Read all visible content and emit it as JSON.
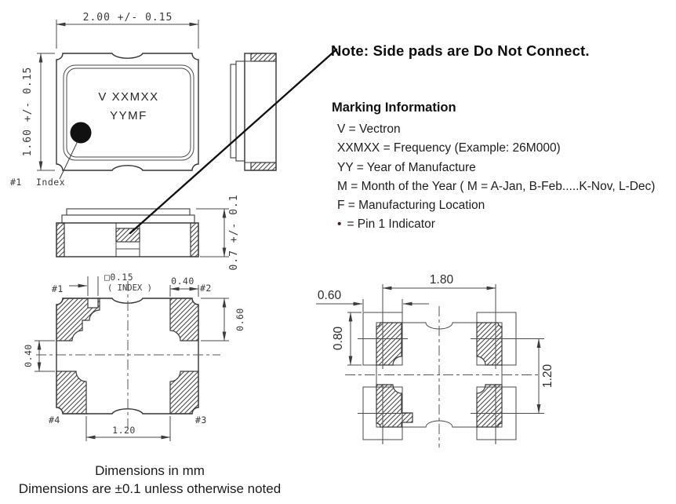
{
  "colors": {
    "background": "#ffffff",
    "linework": "#3c3c3c",
    "hatch": "#4a4a4a",
    "text": "#1d1d1d",
    "pin1_bullet": "#4a1c1c"
  },
  "note": "Note: Side pads are Do Not Connect.",
  "marking_info": {
    "title": "Marking Information",
    "lines": [
      "V = Vectron",
      "XXMXX = Frequency (Example: 26M000)",
      "YY = Year of Manufacture",
      "M = Month of the Year ( M = A-Jan, B-Feb.....K-Nov, L-Dec)",
      "F = Manufacturing Location"
    ],
    "pin1_bullet": "•",
    "pin1_text": "=  Pin 1 Indicator"
  },
  "top_view": {
    "marking_line1": "V XXMXX",
    "marking_line2": "YYMF",
    "pin1_ref": "#1",
    "index_label": "Index",
    "dim_width": "2.00 +/- 0.15",
    "dim_height": "1.60 +/- 0.15"
  },
  "front_view": {
    "dim_height": "0.7 +/- 0.1"
  },
  "bottom_view": {
    "dim_index": "□0.15",
    "dim_index_label": "( INDEX )",
    "dim_pad_width": "0.40",
    "dim_pad_height": "0.60",
    "dim_pad_gap": "0.40",
    "dim_pad_span": "1.20",
    "pin_labels": {
      "p1": "#1",
      "p2": "#2",
      "p3": "#3",
      "p4": "#4"
    }
  },
  "land_pattern": {
    "dim_pad_width": "0.60",
    "dim_pitch_x": "1.80",
    "dim_pad_height": "0.80",
    "dim_pitch_y": "1.20"
  },
  "footer": {
    "line1": "Dimensions in mm",
    "line2": "Dimensions are ±0.1 unless otherwise noted"
  }
}
